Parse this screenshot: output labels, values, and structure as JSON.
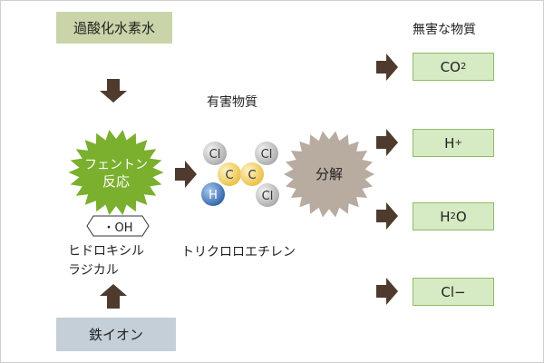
{
  "inputs": {
    "hydrogen_peroxide": "過酸化水素水",
    "iron_ion": "鉄イオン"
  },
  "fenton": {
    "line1": "フェントン",
    "line2": "反応"
  },
  "radical": {
    "symbol": "・OH",
    "name_line1": "ヒドロキシル",
    "name_line2": "ラジカル"
  },
  "harmful": {
    "heading": "有害物質",
    "compound_name": "トリクロロエチレン",
    "atoms": {
      "cl_top_left": "Cl",
      "cl_top_right": "Cl",
      "c_left": "C",
      "c_right": "C",
      "h": "H",
      "cl_bottom_right": "Cl"
    }
  },
  "decomposition": {
    "label": "分解"
  },
  "harmless": {
    "heading": "無害な物質",
    "products": [
      {
        "main": "CO",
        "sub": "2",
        "sup": ""
      },
      {
        "main": "H",
        "sub": "",
        "sup": "+"
      },
      {
        "main": "H",
        "sub": "2",
        "sup": "",
        "tail": "O"
      },
      {
        "main": "Cl",
        "sub": "",
        "sup": "",
        "tail": "−"
      }
    ]
  },
  "colors": {
    "arrow": "#4e3b2d",
    "fenton_burst": "#7ab02e",
    "decomp_burst": "#b8aba0",
    "chlorine_atom": "#c4c4c4",
    "carbon_atom": "#f3d57a",
    "hydrogen_atom": "#4a7fc0",
    "product_box": "#d6eac4",
    "source_box": "#c9d4a9",
    "iron_box": "#c4cfd8"
  }
}
